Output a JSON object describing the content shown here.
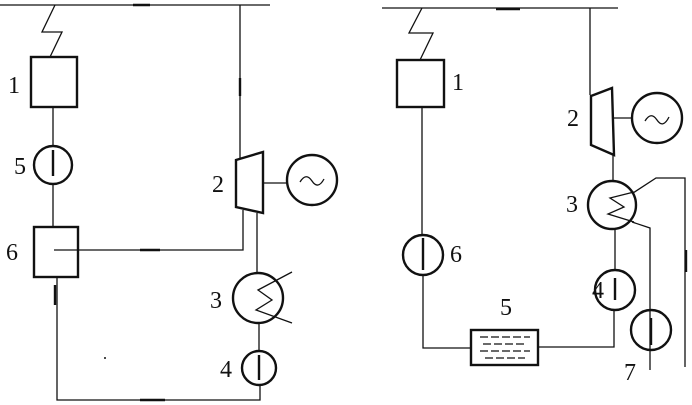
{
  "left_diagram": {
    "labels": {
      "boiler": "1",
      "turbine": "2",
      "condenser": "3",
      "pump_4": "4",
      "pump_5": "5",
      "heater": "6"
    }
  },
  "right_diagram": {
    "labels": {
      "boiler": "1",
      "turbine": "2",
      "condenser": "3",
      "pump_4": "4",
      "tank": "5",
      "pump_6": "6",
      "pump_7": "7"
    }
  },
  "colors": {
    "ink": "#111111",
    "background": "#ffffff"
  }
}
